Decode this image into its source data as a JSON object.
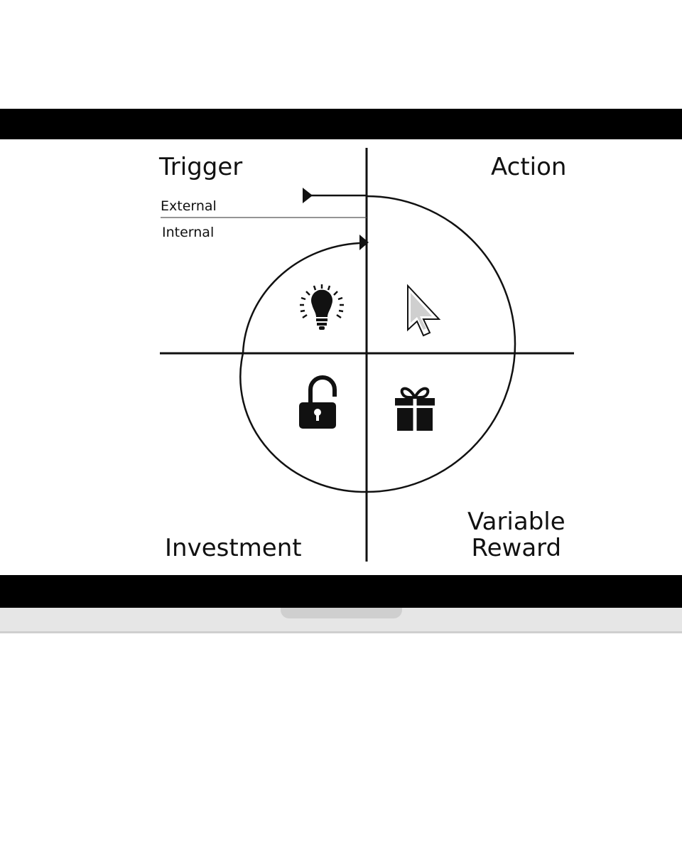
{
  "diagram": {
    "quadrants": {
      "trigger": {
        "label": "Trigger",
        "sub_labels": [
          "External",
          "Internal"
        ],
        "icon": "lightbulb-icon"
      },
      "action": {
        "label": "Action",
        "icon": "cursor-icon"
      },
      "variable_reward": {
        "label_line1": "Variable",
        "label_line2": "Reward",
        "icon": "gift-icon"
      },
      "investment": {
        "label": "Investment",
        "icon": "padlock-icon"
      }
    }
  },
  "colors": {
    "ink": "#111111",
    "bezel": "#000000",
    "laptop_base": "#e6e6e6"
  }
}
